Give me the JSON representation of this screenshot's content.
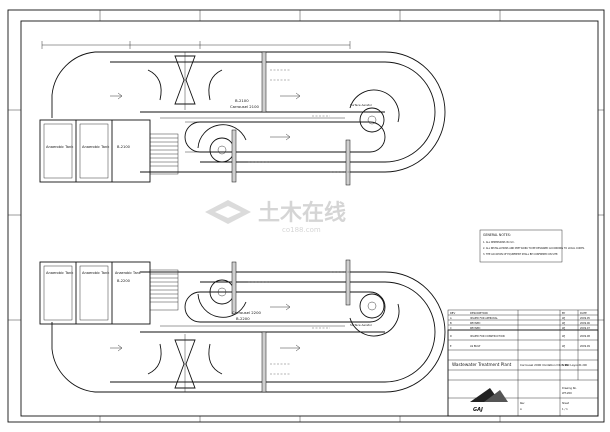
{
  "title_block": {
    "project": "Wastewater Treatment Plant",
    "drawing_title": "Carrousel 2000 Oxidation Ditch PID Layout",
    "scale_label": "Scale",
    "scale_value": "1:200",
    "drawing_no_label": "Drawing No.",
    "drawing_no_value": "WT-200",
    "sheet_label": "Sheet",
    "sheet_value": "1 / 1",
    "revision_label": "Rev",
    "revision_value": "A",
    "logo_text": "GAJ"
  },
  "notes": {
    "heading": "GENERAL NOTES:",
    "lines": [
      "1. ALL DIMENSIONS IN mm.",
      "2. ALL INSTALLATIONS AND PIPE WORK TO BE DESIGNED ACCORDING TO LOCAL CODES.",
      "3. THE LOCATION OF EQUIPMENT SHALL BE CONFIRMED ON SITE."
    ]
  },
  "revision_table": {
    "headers": [
      "REV",
      "DESCRIPTION",
      "BY",
      "DATE"
    ],
    "rows": [
      [
        "A",
        "ISSUED FOR APPROVAL",
        "WJ",
        "2009.05"
      ],
      [
        "B",
        "REVISED",
        "WJ",
        "2009.06"
      ],
      [
        "C",
        "REVISED",
        "WJ",
        "2009.07"
      ],
      [
        "D",
        "ISSUED FOR CONSTRUCTION",
        "WJ",
        "2009.08"
      ],
      [
        "E",
        "AS BUILT",
        "WJ",
        "2009.09"
      ]
    ]
  },
  "ditch_top": {
    "anaerobic_tank_1": "Anaerobic Tank",
    "anaerobic_tank_2": "Anaerobic Tank",
    "anoxic_tank": "B-2100",
    "carrousel_label": "Carrousel 2100",
    "carrousel_code": "B-2100",
    "aerator_label": "Surface Aerator"
  },
  "ditch_bottom": {
    "anaerobic_tank_1": "Anaerobic Tank",
    "anaerobic_tank_2": "Anaerobic Tank",
    "anaerobic_tank_3": "Anaerobic Tank",
    "anoxic_tank": "B-2200",
    "carrousel_label": "Carrousel 2200",
    "carrousel_code": "B-2200",
    "aerator_label": "Surface Aerator"
  },
  "watermark": {
    "cn_text": "土木在线",
    "en_text": "co188.com"
  }
}
